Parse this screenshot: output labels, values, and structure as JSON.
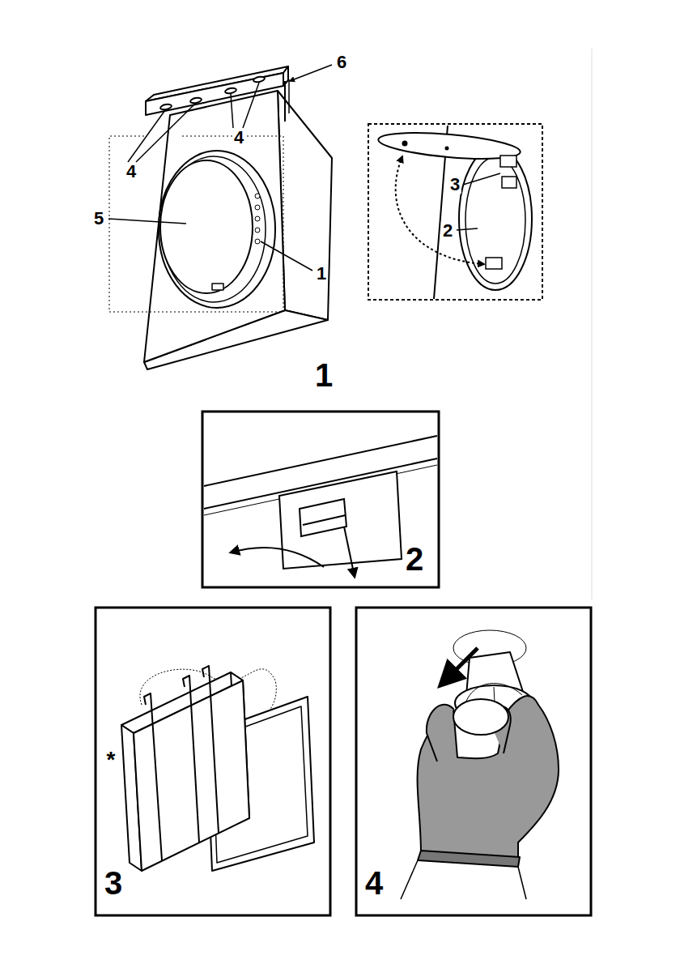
{
  "diagram": {
    "labels": [
      "6",
      "4",
      "4",
      "5",
      "1",
      "3",
      "2",
      "1",
      "2",
      "*",
      "3",
      "4"
    ]
  }
}
